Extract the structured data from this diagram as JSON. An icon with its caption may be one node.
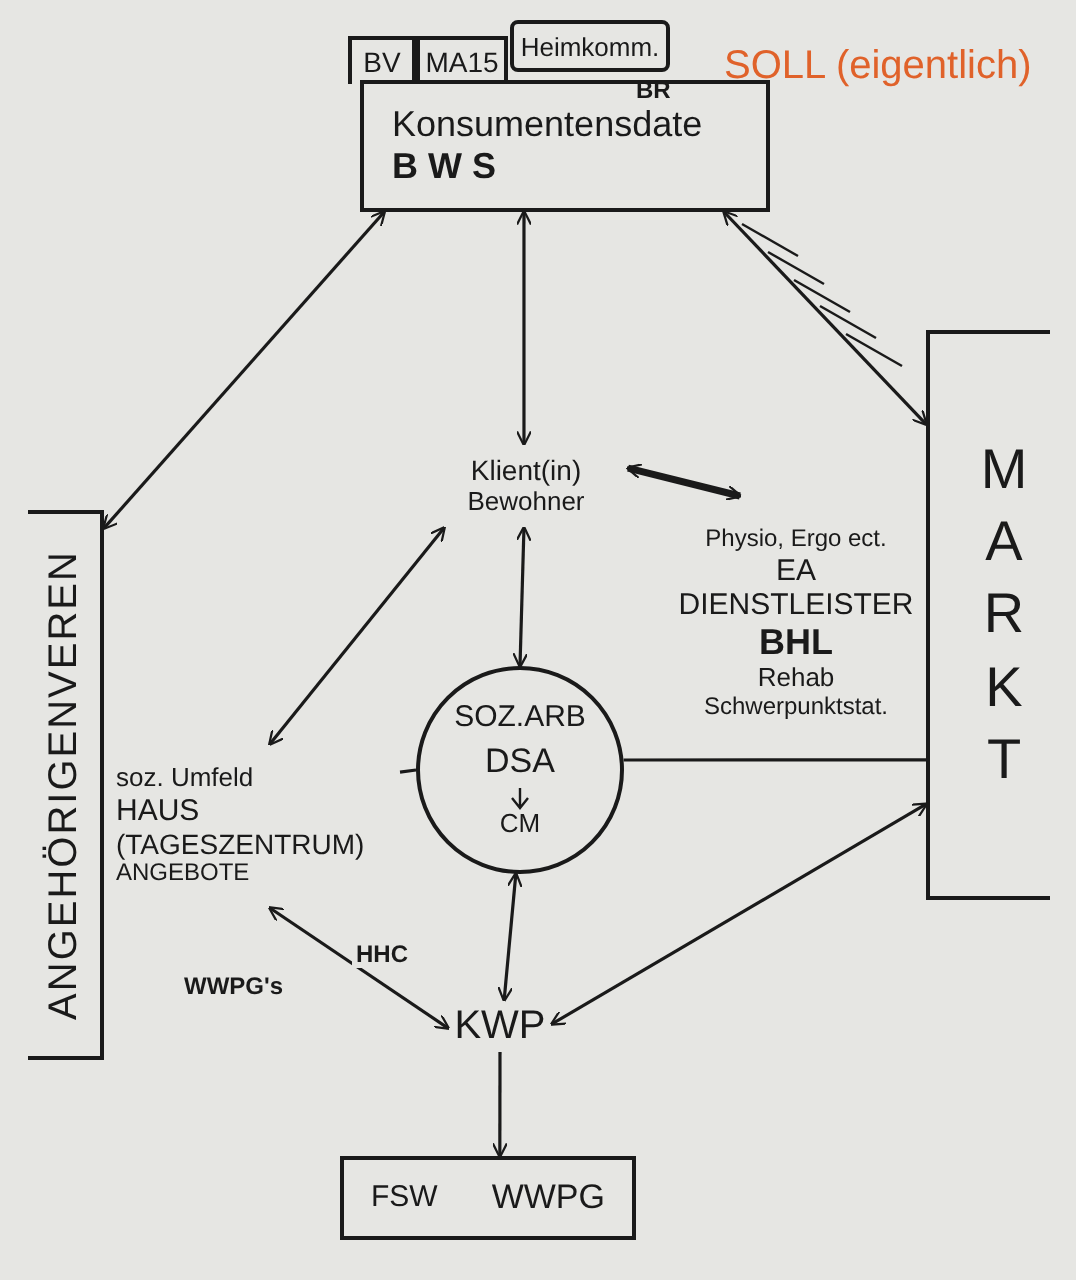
{
  "diagram": {
    "title": "SOLL (eigentlich)",
    "nodes": [
      {
        "text": [
          "Konsumentensdate",
          "B W S"
        ]
      },
      {
        "text": [
          "BV"
        ]
      },
      {
        "text": [
          "MA15"
        ]
      },
      {
        "text": [
          "Heimkomm."
        ]
      },
      {
        "text": [
          "Klient(in)",
          "Bewohner"
        ]
      },
      {
        "text": [
          "MARKT"
        ]
      },
      {
        "text": [
          "ANGEHÖRIGENVEREN"
        ]
      },
      {
        "text": [
          "Physio, Ergo ect.",
          "EA",
          "DIENSTLEISTER",
          "BHL",
          "Rehab",
          "Schwerpunktstat."
        ]
      },
      {
        "text": [
          "SOZ.ARB",
          "DSA",
          "CM"
        ]
      },
      {
        "text": [
          "soz. Umfeld",
          "HAUS",
          "(TAGESZENTRUM)",
          "ANGEBOTE"
        ]
      },
      {
        "text": [
          "KWP"
        ]
      },
      {
        "text": [
          "FSW",
          "WWPG"
        ]
      }
    ],
    "edges": [
      {
        "from": 6,
        "to": 0,
        "arrow": "both"
      },
      {
        "from": 0,
        "to": 5,
        "arrow": "both"
      },
      {
        "from": 0,
        "to": 4,
        "arrow": "both"
      },
      {
        "from": 4,
        "to": 8,
        "arrow": "both"
      },
      {
        "from": 4,
        "to": 7,
        "arrow": "both",
        "style": "thick"
      },
      {
        "from": 4,
        "to": 9,
        "arrow": "both"
      },
      {
        "from": 9,
        "to": 8,
        "arrow": "none"
      },
      {
        "from": 8,
        "to": 5,
        "arrow": "none"
      },
      {
        "from": 8,
        "to": 10,
        "arrow": "both"
      },
      {
        "from": 5,
        "to": 10,
        "arrow": "both"
      },
      {
        "from": 9,
        "to": 10,
        "arrow": "both",
        "label": "HHC"
      },
      {
        "from": 10,
        "to": 11,
        "arrow": "to"
      }
    ],
    "labels": [
      "BR",
      "WWPG's"
    ]
  }
}
